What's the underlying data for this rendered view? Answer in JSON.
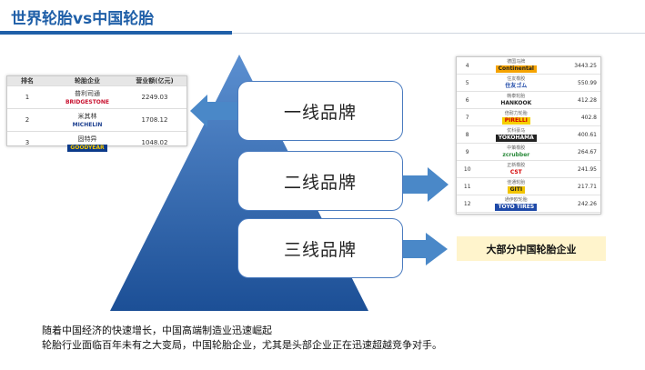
{
  "slide": {
    "title": "世界轮胎vs中国轮胎",
    "tiers": [
      "一线品牌",
      "二线品牌",
      "三线品牌"
    ],
    "callout": "大部分中国轮胎企业",
    "bottom_lines": [
      "随着中国经济的快速增长，中国高端制造业迅速崛起",
      "轮胎行业面临百年未有之大变局，中国轮胎企业，尤其是头部企业正在迅速超越竞争对手。"
    ]
  },
  "left_table": {
    "headers": [
      "排名",
      "轮胎企业",
      "营业额(亿元)"
    ],
    "rows": [
      {
        "rank": "1",
        "cn": "普利司通",
        "logo": "BRIDGESTONE",
        "value": "2249.03",
        "color": "#c8102e"
      },
      {
        "rank": "2",
        "cn": "米其林",
        "logo": "MICHELIN",
        "value": "1708.12",
        "color": "#1b3e8f"
      },
      {
        "rank": "3",
        "cn": "固特异",
        "logo": "GOODYEAR",
        "value": "1048.02",
        "color": "#0b3a8a"
      }
    ]
  },
  "right_table": {
    "rows": [
      {
        "rank": "4",
        "cn": "德国马牌",
        "logo": "Continental",
        "value": "3443.25",
        "color": "#f5a300"
      },
      {
        "rank": "5",
        "cn": "住友橡胶",
        "logo": "住友ゴム",
        "value": "550.99",
        "color": "#1f4aa8"
      },
      {
        "rank": "6",
        "cn": "韩泰轮胎",
        "logo": "HANKOOK",
        "value": "412.28",
        "color": "#f26b00"
      },
      {
        "rank": "7",
        "cn": "倍耐力轮胎",
        "logo": "PIRELLI",
        "value": "402.8",
        "color": "#d40000"
      },
      {
        "rank": "8",
        "cn": "优科豪马",
        "logo": "YOKOHAMA",
        "value": "400.61",
        "color": "#222222"
      },
      {
        "rank": "9",
        "cn": "中策橡胶",
        "logo": "zcrubber",
        "value": "264.67",
        "color": "#2a8a3a"
      },
      {
        "rank": "10",
        "cn": "正新橡胶",
        "logo": "CST",
        "value": "241.95",
        "color": "#d40000"
      },
      {
        "rank": "11",
        "cn": "佳通轮胎",
        "logo": "GITI",
        "value": "217.71",
        "color": "#f2c400"
      },
      {
        "rank": "12",
        "cn": "通伊欧轮胎",
        "logo": "TOYO TIRES",
        "value": "242.26",
        "color": "#1f4aa8"
      }
    ]
  },
  "colors": {
    "pyramid": "#1f5fa8",
    "arrow": "#4a88c8",
    "title": "#1f5fa8",
    "callout_bg": "#fff4cc"
  }
}
